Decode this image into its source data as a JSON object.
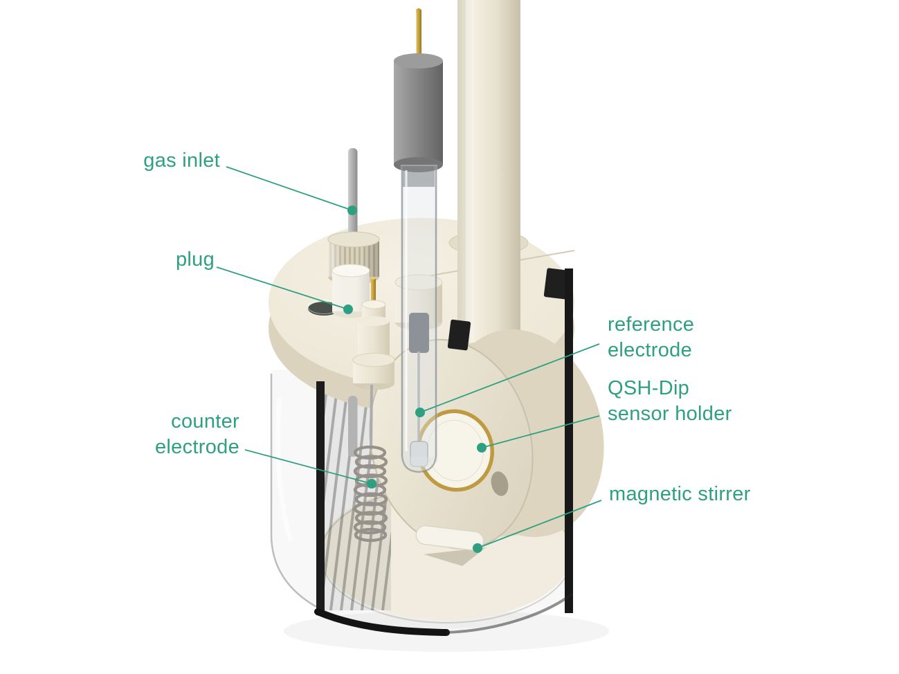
{
  "diagram": {
    "accent_color": "#2EA081",
    "labels": {
      "gas_inlet": {
        "text": "gas inlet"
      },
      "plug": {
        "text": "plug"
      },
      "reference_electrode": {
        "line1": "reference",
        "line2": "electrode"
      },
      "qsh_dip_sensor_holder": {
        "line1": "QSH-Dip",
        "line2": "sensor holder"
      },
      "counter_electrode": {
        "line1": "counter",
        "line2": "electrode"
      },
      "magnetic_stirrer": {
        "text": "magnetic stirrer"
      }
    }
  }
}
